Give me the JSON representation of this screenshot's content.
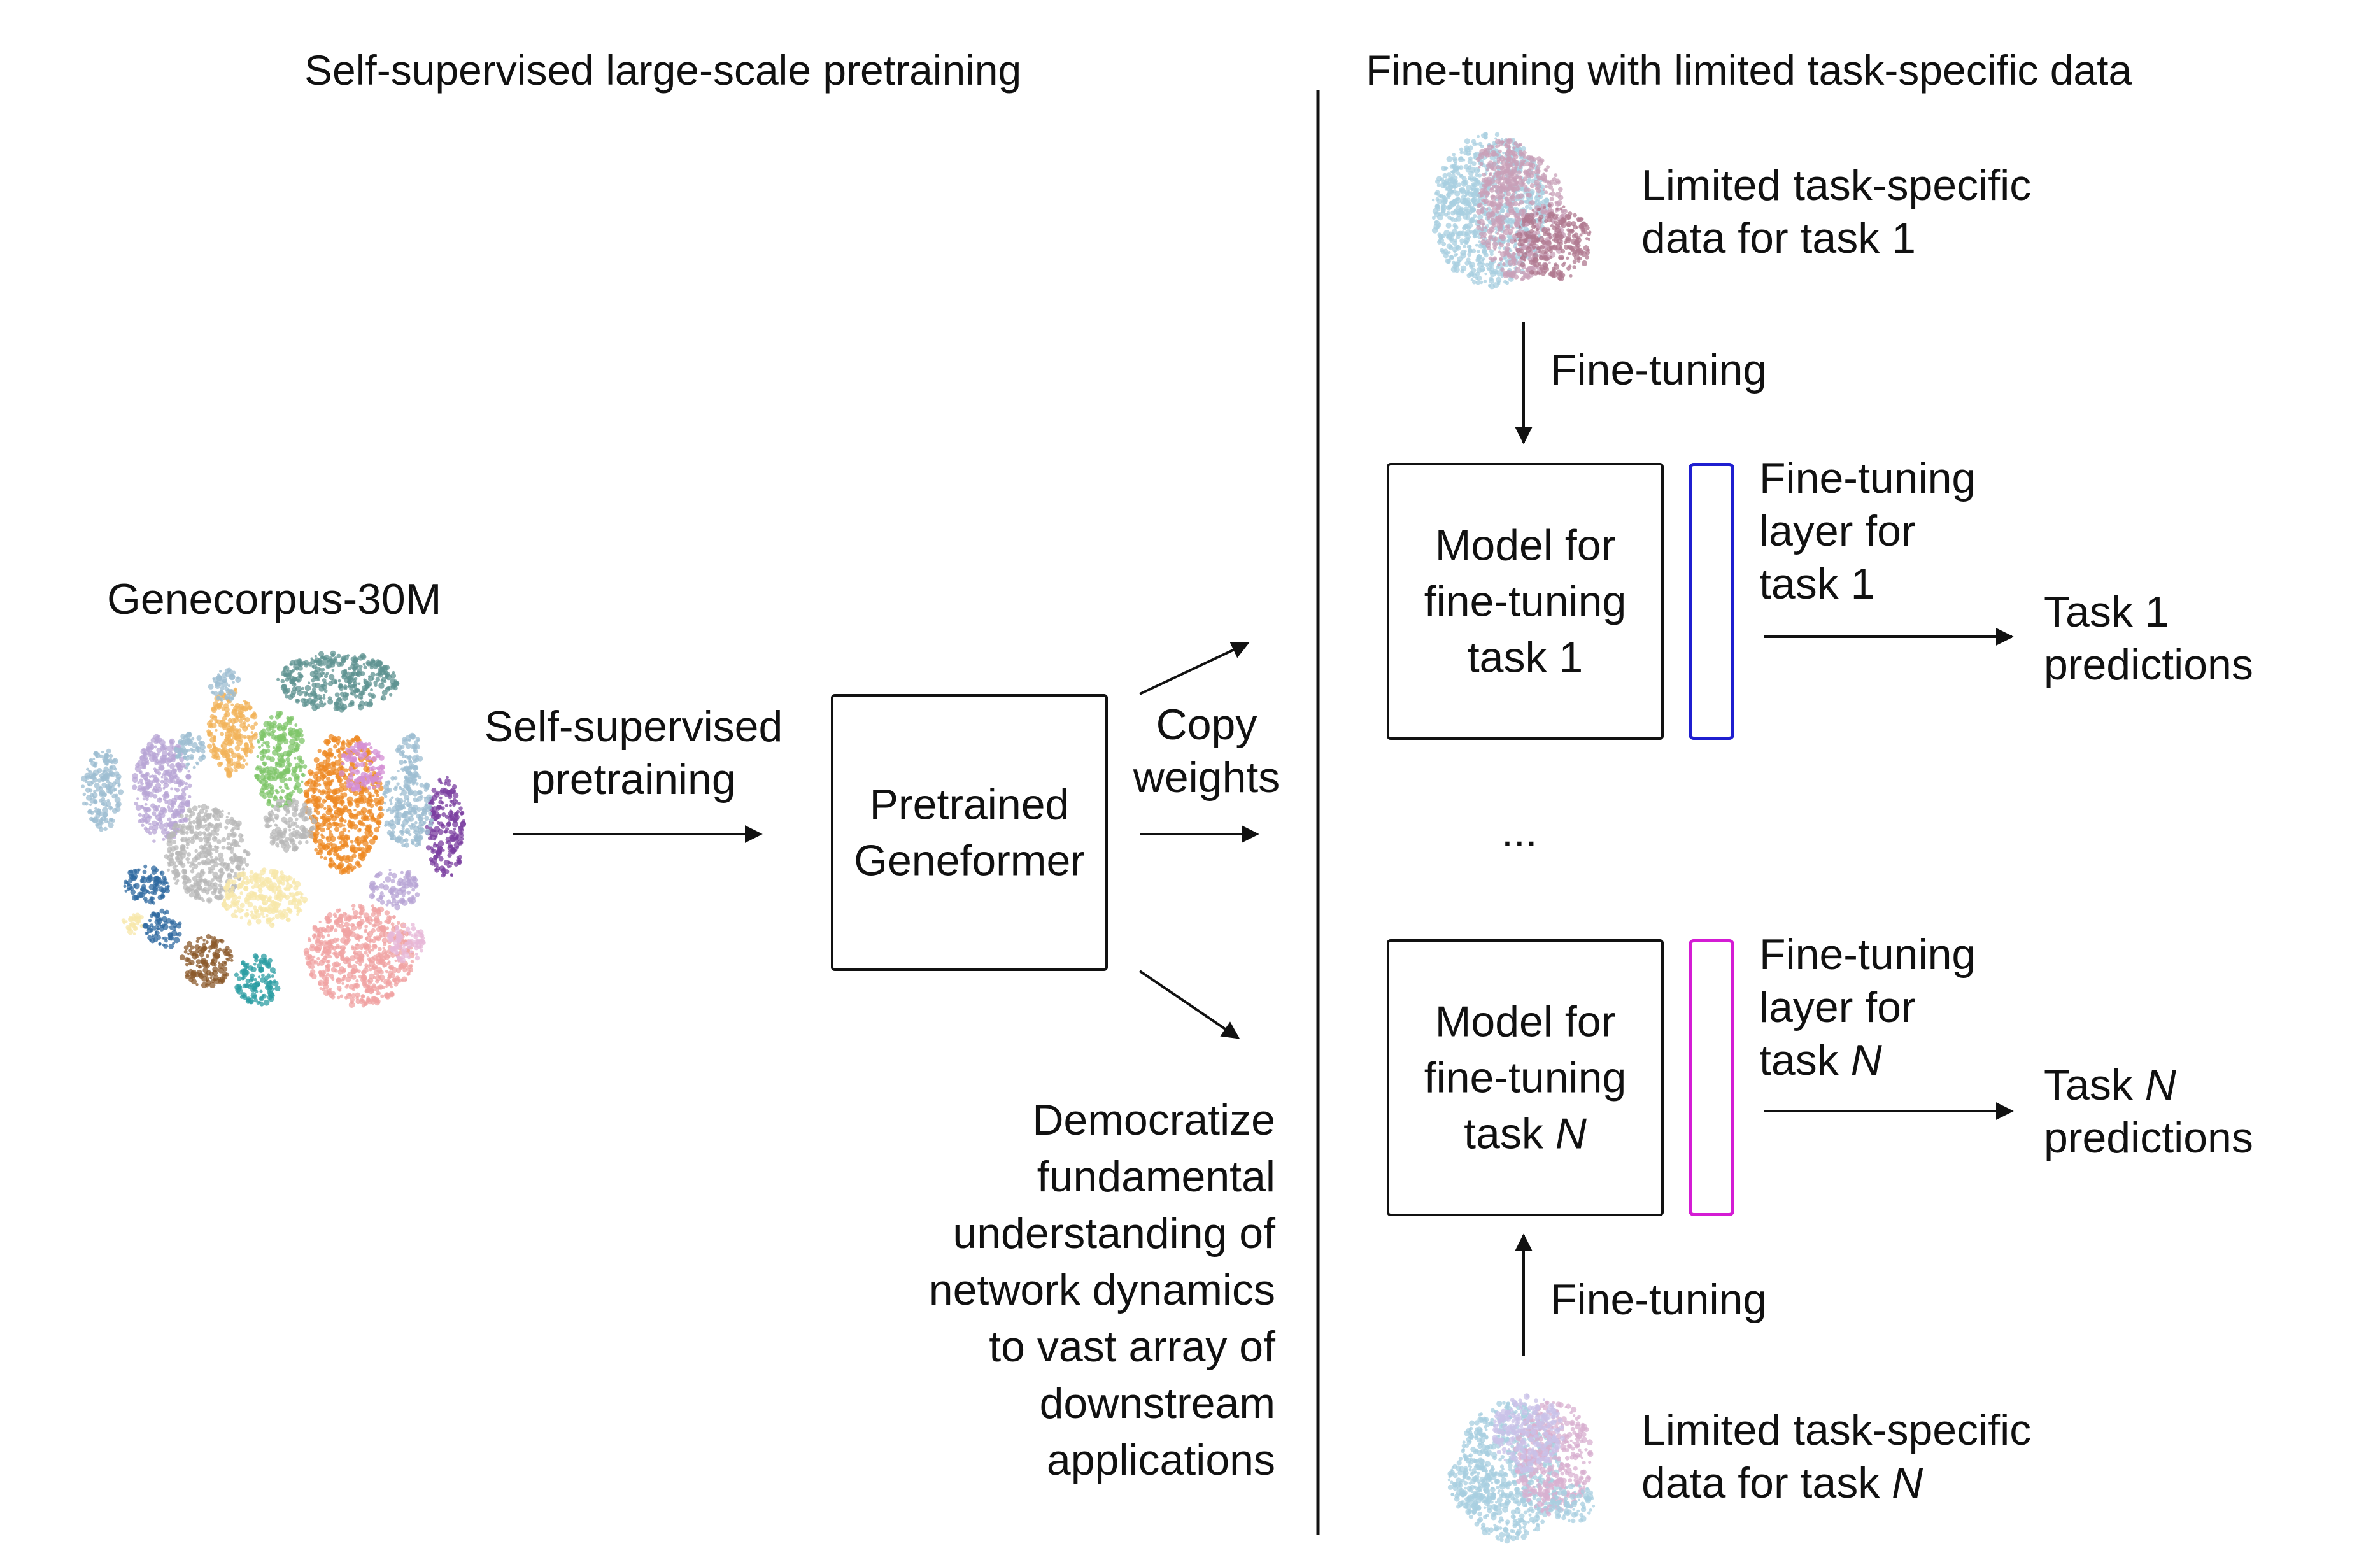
{
  "headers": {
    "left": "Self-supervised large-scale pretraining",
    "right": "Fine-tuning with limited task-specific data"
  },
  "corpus": {
    "label": "Genecorpus-30M"
  },
  "pretraining": {
    "line1": "Self-supervised",
    "line2": "pretraining"
  },
  "pretrained_box": {
    "line1": "Pretrained",
    "line2": "Geneformer"
  },
  "copy_weights": {
    "line1": "Copy",
    "line2": "weights"
  },
  "democratize": {
    "lines": [
      "Democratize",
      "fundamental",
      "understanding of",
      "network dynamics",
      "to vast array of",
      "downstream",
      "applications"
    ]
  },
  "task1": {
    "data_line1": "Limited task-specific",
    "data_line2": "data for task 1",
    "arrow_label": "Fine-tuning",
    "model_lines": [
      "Model for",
      "fine-tuning",
      "task 1"
    ],
    "layer_lines": [
      "Fine-tuning",
      "layer for",
      "task 1"
    ],
    "layer_color": "#1f1fd0",
    "pred_line1": "Task 1",
    "pred_line2": "predictions"
  },
  "ellipsis": "...",
  "taskN": {
    "data_line1": "Limited task-specific",
    "data_line2_prefix": "data for task ",
    "arrow_label": "Fine-tuning",
    "model_line1": "Model for",
    "model_line2": "fine-tuning",
    "model_line3_prefix": "task ",
    "layer_line1": "Fine-tuning",
    "layer_line2": "layer for",
    "layer_line3_prefix": "task ",
    "layer_color": "#d41cd4",
    "pred_prefix": "Task ",
    "pred_line2": "predictions",
    "n": "N"
  },
  "cluster_colors": [
    "#5f9391",
    "#9dbdd1",
    "#b8a6d6",
    "#f2b35a",
    "#7fc56a",
    "#ee8a24",
    "#d48fd4",
    "#b8b8b8",
    "#f7e7a9",
    "#f0a3a3",
    "#8b5a2b",
    "#2c9da3",
    "#7b3fa0",
    "#2f6aa0",
    "#e7b8d8"
  ],
  "task1_colors": [
    "#a8cfe0",
    "#c8a0b8",
    "#b07a90"
  ],
  "taskN_colors": [
    "#a8cfe0",
    "#d8b0d0",
    "#c9c2e8"
  ]
}
